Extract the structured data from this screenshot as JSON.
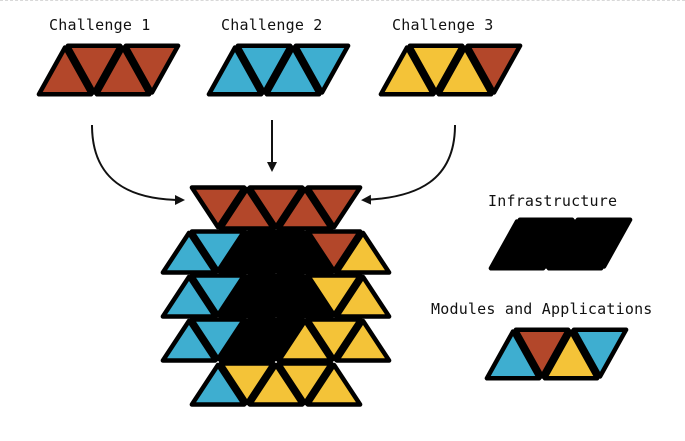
{
  "labels": {
    "challenge_1": "Challenge 1",
    "challenge_2": "Challenge 2",
    "challenge_3": "Challenge 3",
    "infrastructure": "Infrastructure",
    "modules_and_applications": "Modules and Applications"
  },
  "colors": {
    "rust": "#b3472a",
    "blue": "#3eaed0",
    "yellow": "#f4c338",
    "black": "#000000",
    "outline": "#000000",
    "arrow": "#111111"
  },
  "strips": {
    "challenge_1": [
      "rust",
      "rust",
      "rust",
      "rust"
    ],
    "challenge_2": [
      "blue",
      "blue",
      "blue",
      "blue"
    ],
    "challenge_3": [
      "yellow",
      "yellow",
      "yellow",
      "rust"
    ],
    "infrastructure": [
      "black",
      "black",
      "black",
      "black"
    ],
    "modules_and_applications": [
      "blue",
      "rust",
      "yellow",
      "blue"
    ]
  },
  "hexagon_rows": [
    [
      "rust",
      "rust",
      "rust",
      "rust",
      "rust"
    ],
    [
      "blue",
      "blue",
      "black",
      "black",
      "black",
      "rust",
      "yellow"
    ],
    [
      "blue",
      "blue",
      "black",
      "black",
      "black",
      "yellow",
      "yellow"
    ],
    [
      "blue",
      "blue",
      "black",
      "black",
      "yellow",
      "yellow",
      "yellow"
    ],
    [
      "blue",
      "yellow",
      "yellow",
      "yellow",
      "yellow"
    ]
  ],
  "icons": {
    "arrow_left": "curved-arrow-icon",
    "arrow_center": "down-arrow-icon",
    "arrow_right": "curved-arrow-icon"
  }
}
